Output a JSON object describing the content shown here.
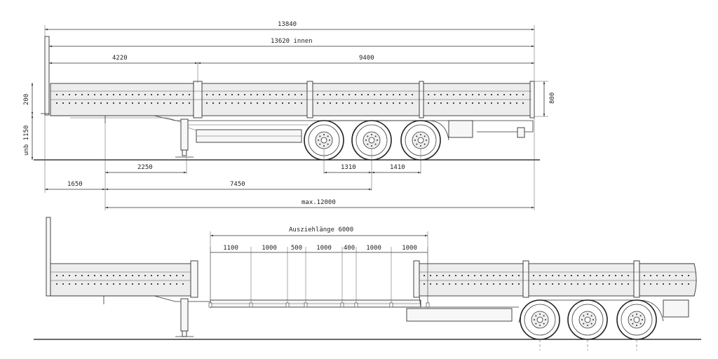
{
  "top_view": {
    "overall_length": "13840",
    "inner_length": "13620 innen",
    "front_section": "4220",
    "rear_section": "9400",
    "side_height": "200",
    "rear_height": "800",
    "unladen_height": "unb 1150",
    "kingpin_to_leg": "2250",
    "axle_spacing_1": "1310",
    "axle_spacing_2": "1410",
    "front_overhang": "1650",
    "kingpin_to_axle": "7450",
    "max_length": "max.12000"
  },
  "bottom_view": {
    "extension_length": "Ausziehlänge 6000",
    "segments": [
      "1100",
      "1000",
      "500",
      "1000",
      "400",
      "1000",
      "1000"
    ]
  },
  "colors": {
    "line": "#333333",
    "panel": "#ededed"
  }
}
